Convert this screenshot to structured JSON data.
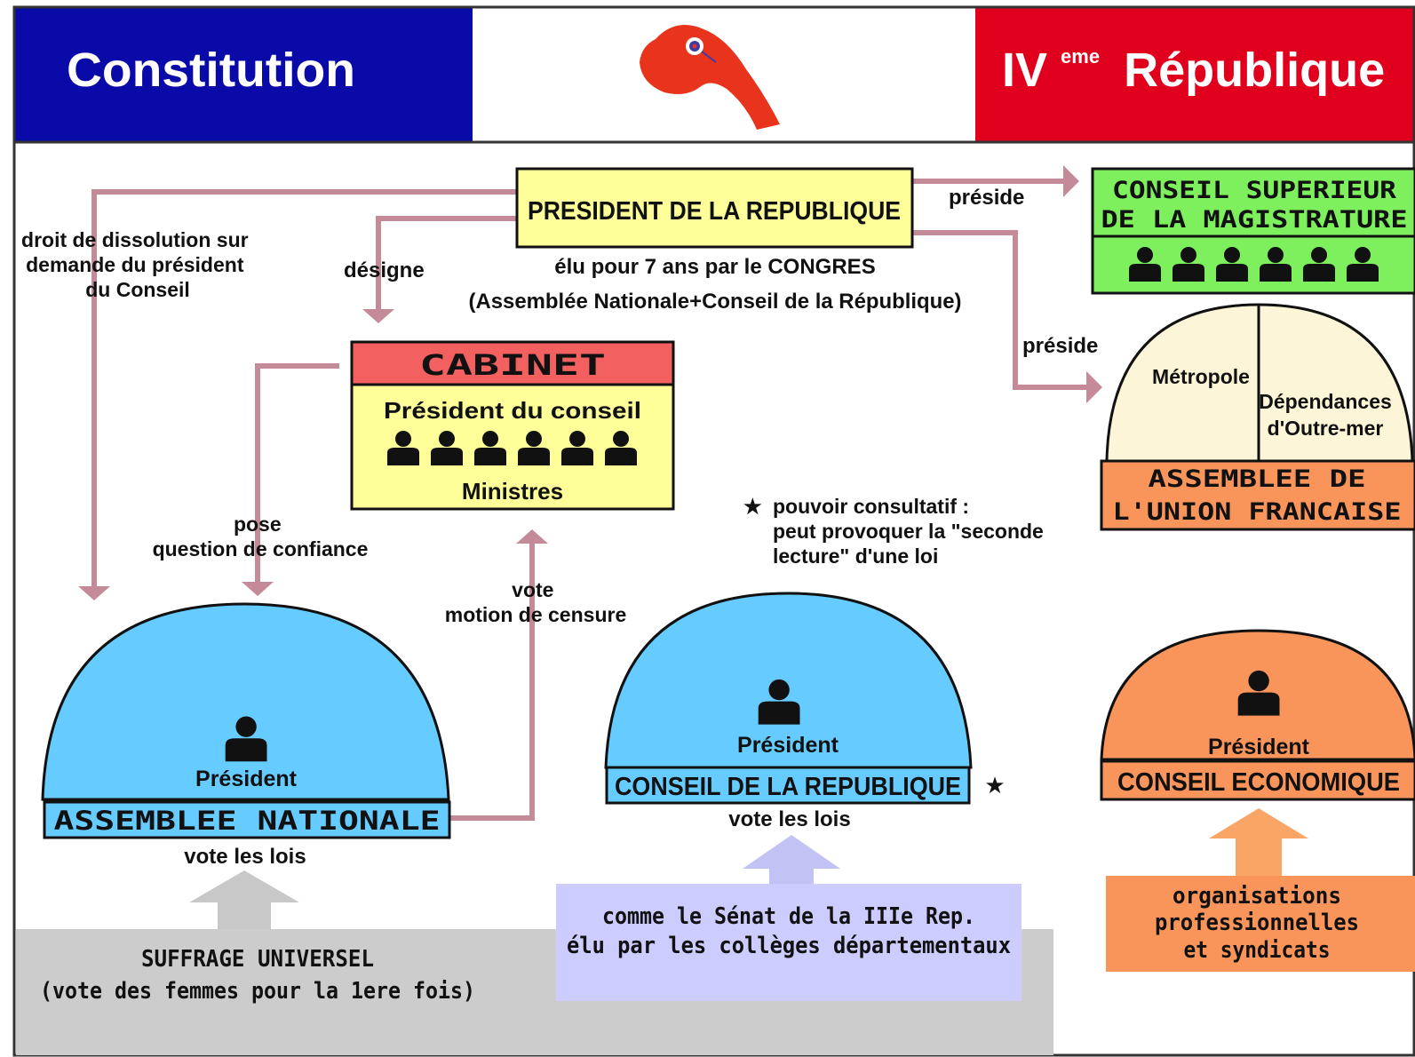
{
  "header": {
    "left_text": "Constitution",
    "right_prefix": "IV",
    "right_sup": "eme",
    "right_suffix": "République",
    "colors": {
      "blue": "#0a0aa8",
      "white": "#ffffff",
      "red": "#e0001e",
      "cap": "#e8341c"
    },
    "center_icon": "phrygian-cap-icon"
  },
  "president": {
    "title": "PRESIDENT DE LA REPUBLIQUE",
    "sub1": "élu pour 7 ans par le CONGRES",
    "sub2": "(Assemblée Nationale+Conseil de la République)"
  },
  "csm": {
    "line1": "CONSEIL SUPERIEUR",
    "line2": "DE LA MAGISTRATURE",
    "members_icon": "person-icon",
    "members": 6
  },
  "cabinet": {
    "header": "CABINET",
    "line1": "Président du conseil",
    "line2": "Ministres",
    "members_icon": "person-icon",
    "members": 6
  },
  "arrows": {
    "preside1": "préside",
    "preside2": "préside",
    "designe": "désigne",
    "dissolution": [
      "droit de dissolution sur",
      "demande du président",
      "du Conseil"
    ],
    "confiance": [
      "pose",
      "question de confiance"
    ],
    "censure": [
      "vote",
      "motion de censure"
    ]
  },
  "union": {
    "left": "Métropole",
    "right1": "Dépendances",
    "right2": "d'Outre-mer",
    "title1": "ASSEMBLEE DE",
    "title2": "L'UNION FRANCAISE"
  },
  "assemblee": {
    "president": "Président",
    "title": "ASSEMBLEE NATIONALE",
    "sub": "vote les lois"
  },
  "conseil_rep": {
    "president": "Président",
    "title": "CONSEIL DE LA REPUBLIQUE",
    "sub": "vote les lois",
    "note": [
      "pouvoir consultatif :",
      "peut provoquer la \"seconde",
      "lecture\" d'une loi"
    ],
    "star": "★"
  },
  "conseil_eco": {
    "president": "Président",
    "title": "CONSEIL ECONOMIQUE"
  },
  "suffrage": {
    "line1": "SUFFRAGE UNIVERSEL",
    "line2": "(vote des femmes pour la 1ere fois)"
  },
  "senat_box": {
    "line1": "comme le Sénat de la IIIe Rep.",
    "line2": "élu par les collèges départementaux"
  },
  "orgs": {
    "line1": "organisations",
    "line2": "professionnelles",
    "line3": "et syndicats"
  },
  "colors": {
    "arrow": "#c48a98",
    "yellow": "#ffff99",
    "cabinet_head": "#f26060",
    "csm_green": "#7ef05e",
    "dome_blue": "#66ccff",
    "dome_orange": "#f9955a",
    "cream": "#fdf5d8",
    "grey": "#cccccc",
    "lavender": "#ccccff",
    "grey_arrow": "#c8c8c8",
    "lav_arrow": "#c2c2f5",
    "orange_arrow": "#f9a565"
  }
}
